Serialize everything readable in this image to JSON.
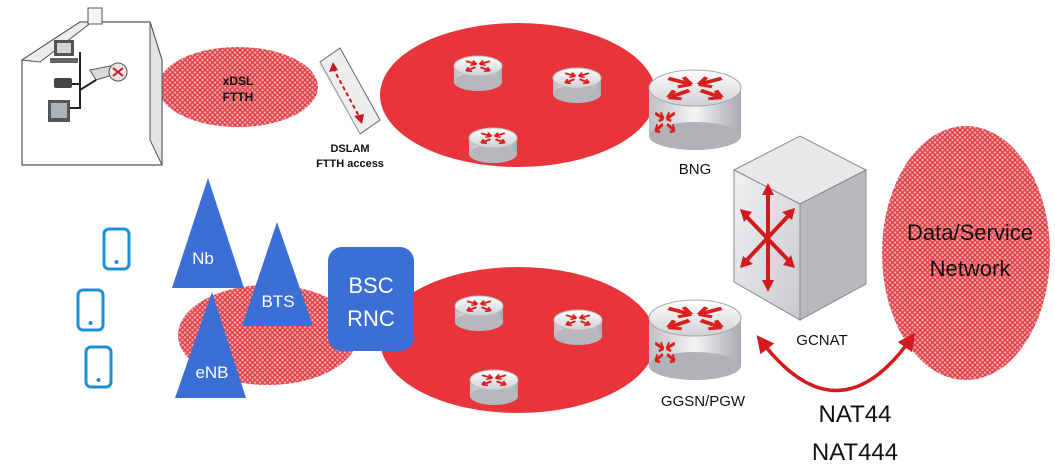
{
  "labels": {
    "access_cloud": [
      "xDSL",
      "FTTH"
    ],
    "dslam": [
      "DSLAM",
      "FTTH access"
    ],
    "bng": "BNG",
    "nb": "Nb",
    "bts": "BTS",
    "enb": "eNB",
    "bsc_rnc": [
      "BSC",
      "RNC"
    ],
    "ggsn": "GGSN/PGW",
    "gcnat": "GCNAT",
    "data_network": [
      "Data/Service",
      "Network"
    ],
    "nat": [
      "NAT44",
      "NAT444"
    ]
  },
  "colors": {
    "cloud_fill": "#e8343b",
    "hatch_fill": "#e8424a",
    "radio_blue": "#3b6fd6",
    "phone_blue": "#1c8fd6",
    "arrow_red": "#d21a1f",
    "router_gray": "#d9dade"
  },
  "icons": [
    "house-icon",
    "dslam-icon",
    "router-icon",
    "gcnat-box-icon",
    "phone-icon",
    "antenna-icon"
  ]
}
